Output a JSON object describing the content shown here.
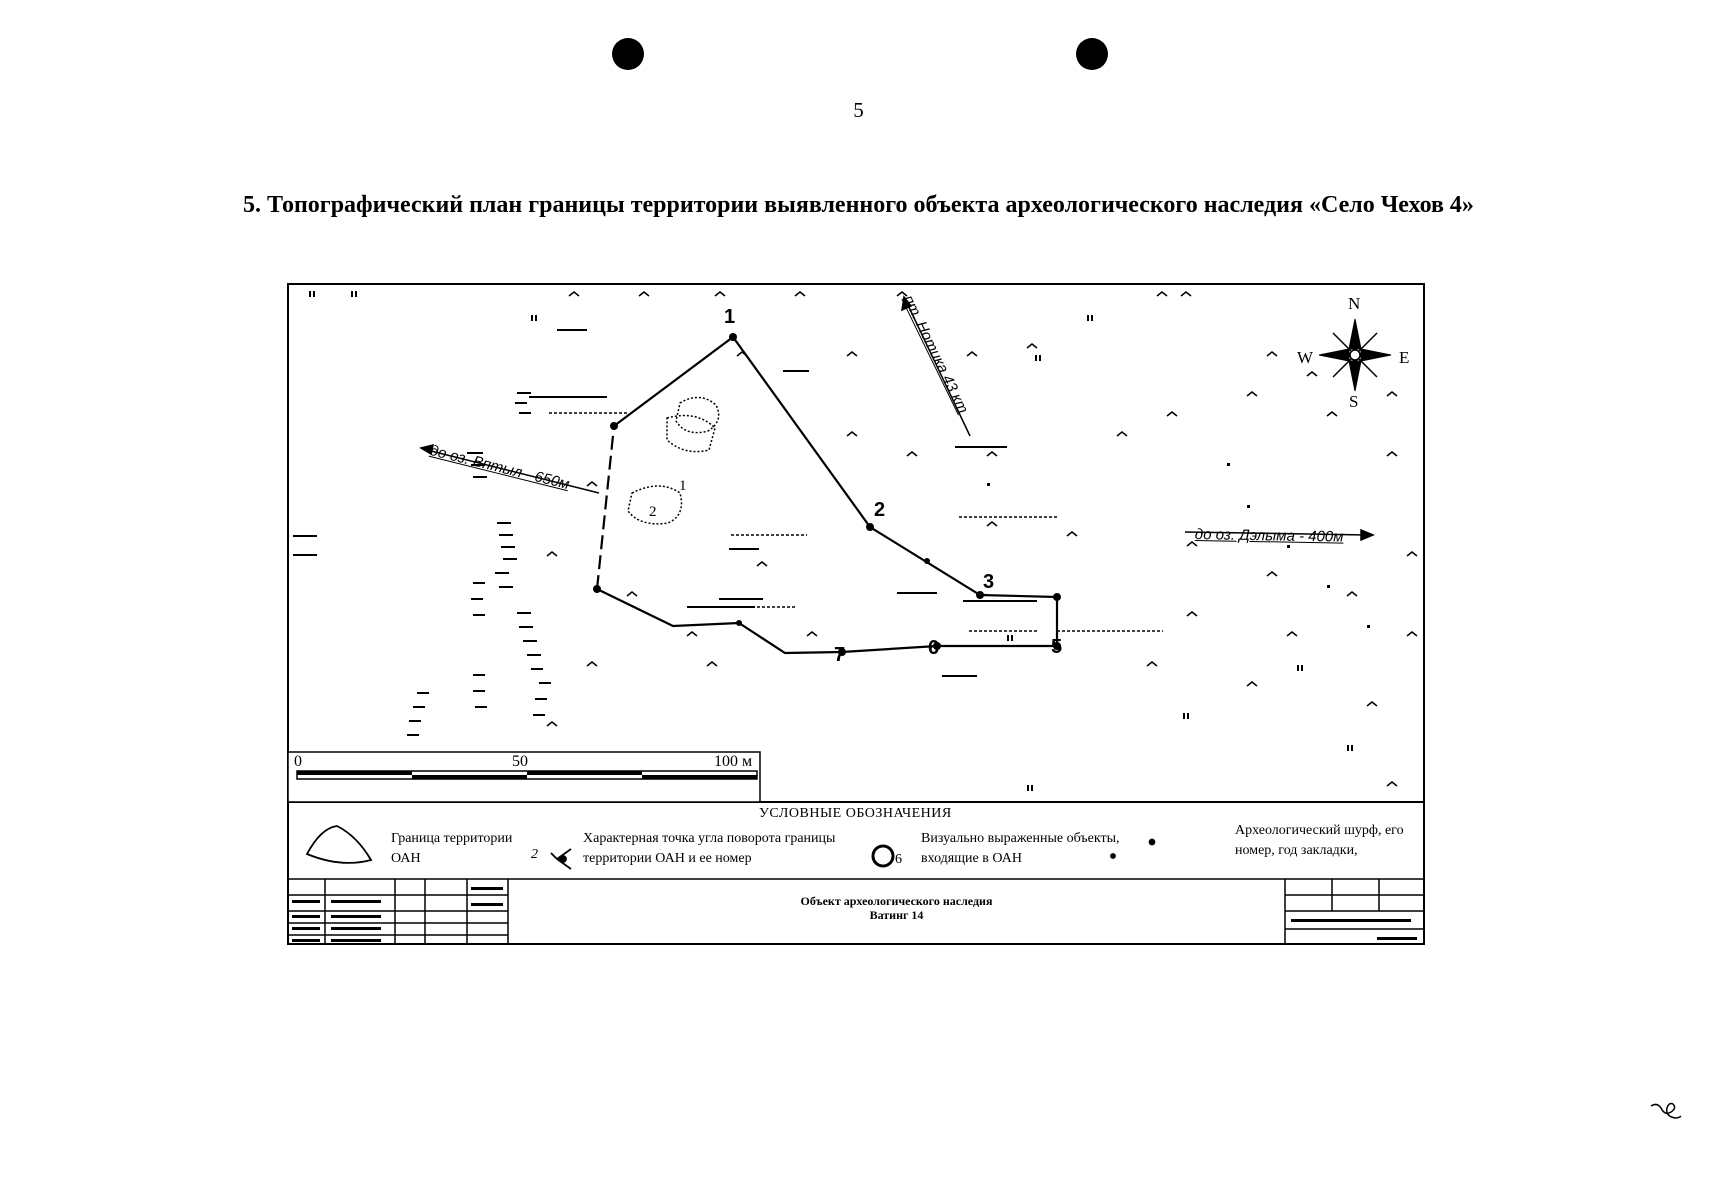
{
  "page": {
    "number": "5",
    "heading": "5. Топографический план границы территории выявленного объекта археологического наследия «Село Чехов 4»"
  },
  "map": {
    "vertices": [
      {
        "name": "1",
        "label": "1"
      },
      {
        "name": "2",
        "label": "2"
      },
      {
        "name": "3",
        "label": "3"
      },
      {
        "name": "5",
        "label": "5"
      },
      {
        "name": "6",
        "label": "6"
      },
      {
        "name": "7",
        "label": "7"
      }
    ],
    "site_marks": [
      "1",
      "2"
    ],
    "arrows": {
      "west": "до оз. Вптыл - 650м",
      "north": "пт. Нотика 43 кт",
      "east": "до оз. Дэлыма - 400м"
    },
    "compass": {
      "n": "N",
      "s": "S",
      "w": "W",
      "e": "E"
    },
    "scale": {
      "zero": "0",
      "mid": "50",
      "end": "100 м"
    }
  },
  "legend": {
    "title": "УСЛОВНЫЕ ОБОЗНАЧЕНИЯ",
    "items": [
      {
        "text": "Граница территории ОАН"
      },
      {
        "text": "Характерная точка угла поворота границы территории ОАН и ее номер"
      },
      {
        "text": "Визуально выраженные объекты, входящие в ОАН",
        "symbol_number": "6"
      },
      {
        "text": "Археологический шурф, его номер, год закладки,"
      }
    ],
    "symbol_point_number": "2"
  },
  "title_block": {
    "object_name": "Объект археологического наследия",
    "sheet_name": "Ватинг 14"
  }
}
